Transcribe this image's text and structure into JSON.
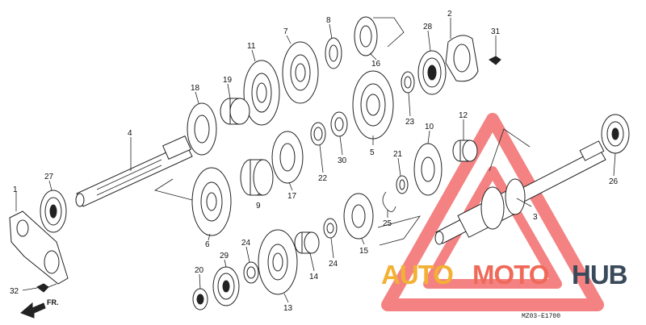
{
  "callouts": [
    "1",
    "2",
    "3",
    "4",
    "5",
    "6",
    "7",
    "8",
    "9",
    "10",
    "11",
    "12",
    "13",
    "14",
    "15",
    "16",
    "17",
    "18",
    "19",
    "20",
    "21",
    "22",
    "23",
    "24",
    "24",
    "25",
    "26",
    "27",
    "28",
    "29",
    "30",
    "31",
    "32"
  ],
  "direction_label": "FR.",
  "drawing_code": "MZ03-E1700",
  "watermark": {
    "word_1": "AUTO",
    "word_2": "MOTO",
    "word_3": "HUB",
    "colors": {
      "auto": "#f2b134",
      "moto": "#ef6a5a",
      "hub": "#3a4a5a",
      "triangle": "#ee3b3b"
    }
  }
}
